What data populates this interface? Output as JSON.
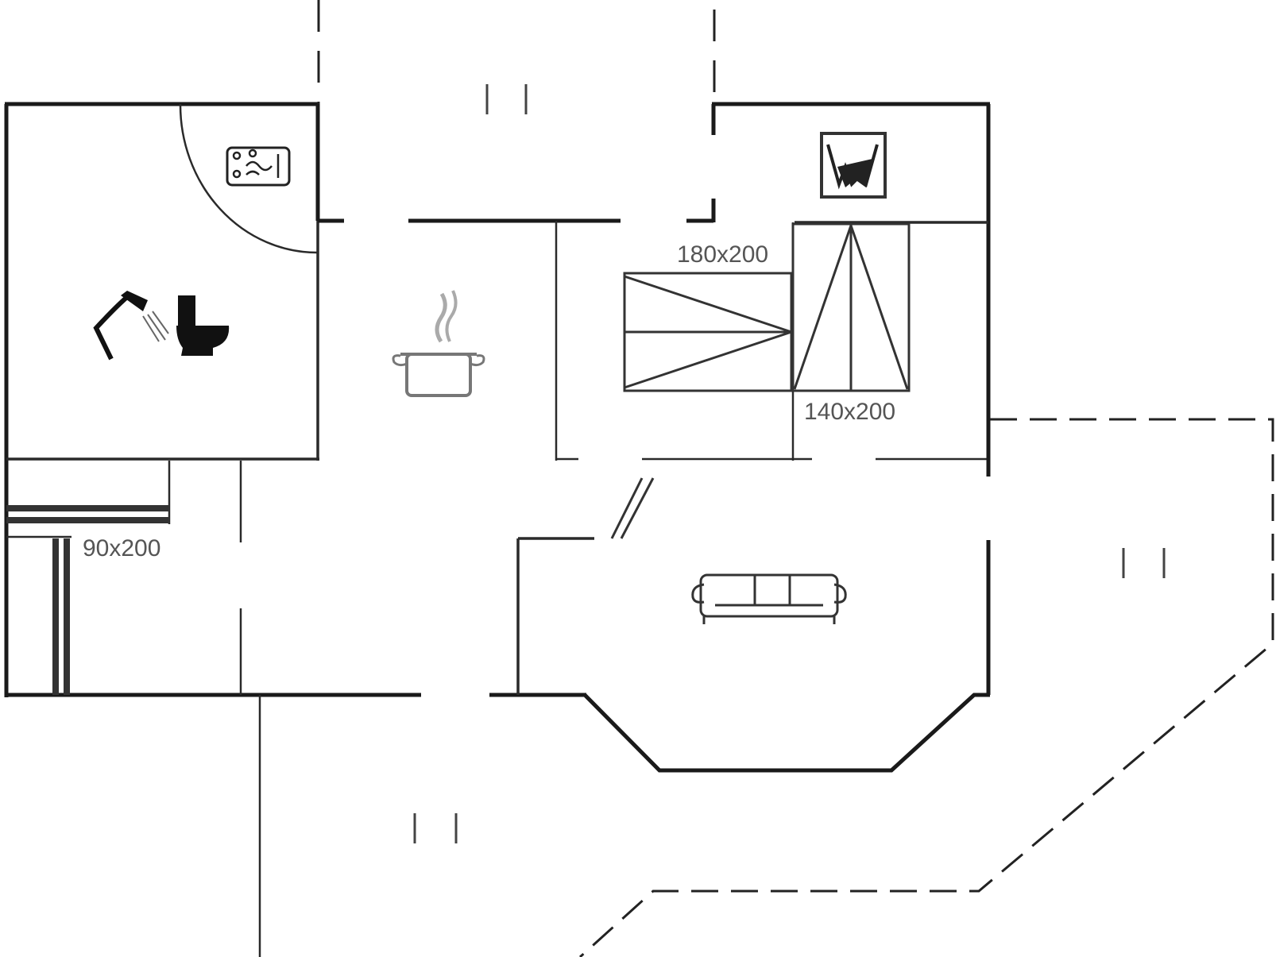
{
  "plan": {
    "labels": {
      "bed_180": "180x200",
      "bed_140": "140x200",
      "bed_90": "90x200"
    },
    "icons": [
      "shower-icon",
      "toilet-icon",
      "washing-machine-icon",
      "cooking-pot-icon",
      "sauna-stove-icon",
      "sofa-icon"
    ],
    "colors": {
      "wall": "#1a1a1a",
      "label": "#555555",
      "pot": "#777777",
      "background": "#ffffff"
    }
  }
}
